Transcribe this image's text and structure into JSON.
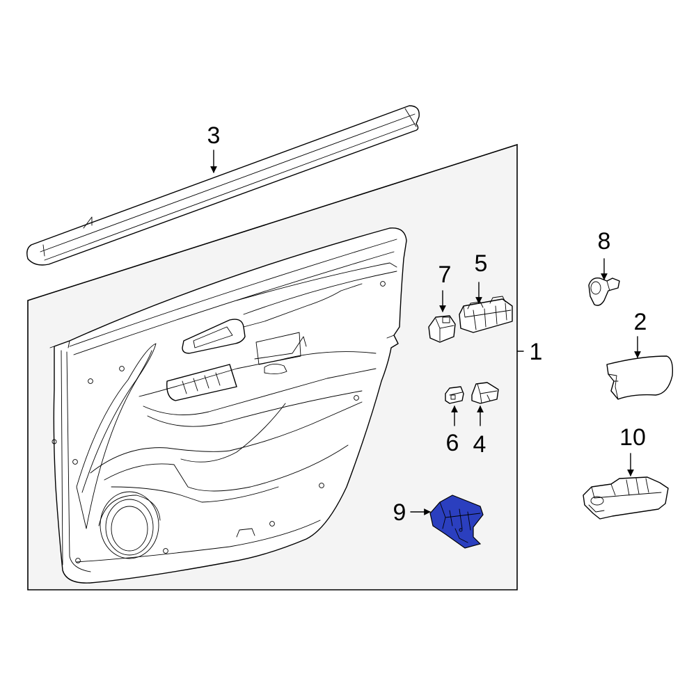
{
  "diagram": {
    "highlight_color": "#2b3fbf",
    "parts": [
      {
        "id": "1",
        "label": "1",
        "name": "door-trim-panel"
      },
      {
        "id": "2",
        "label": "2",
        "name": "armrest-cover"
      },
      {
        "id": "3",
        "label": "3",
        "name": "belt-weatherstrip"
      },
      {
        "id": "4",
        "label": "4",
        "name": "mirror-switch"
      },
      {
        "id": "5",
        "label": "5",
        "name": "window-switch-master"
      },
      {
        "id": "6",
        "label": "6",
        "name": "lock-switch"
      },
      {
        "id": "7",
        "label": "7",
        "name": "window-switch-single"
      },
      {
        "id": "8",
        "label": "8",
        "name": "clip"
      },
      {
        "id": "9",
        "label": "9",
        "name": "switch-bezel"
      },
      {
        "id": "10",
        "label": "10",
        "name": "switch-base"
      }
    ]
  }
}
